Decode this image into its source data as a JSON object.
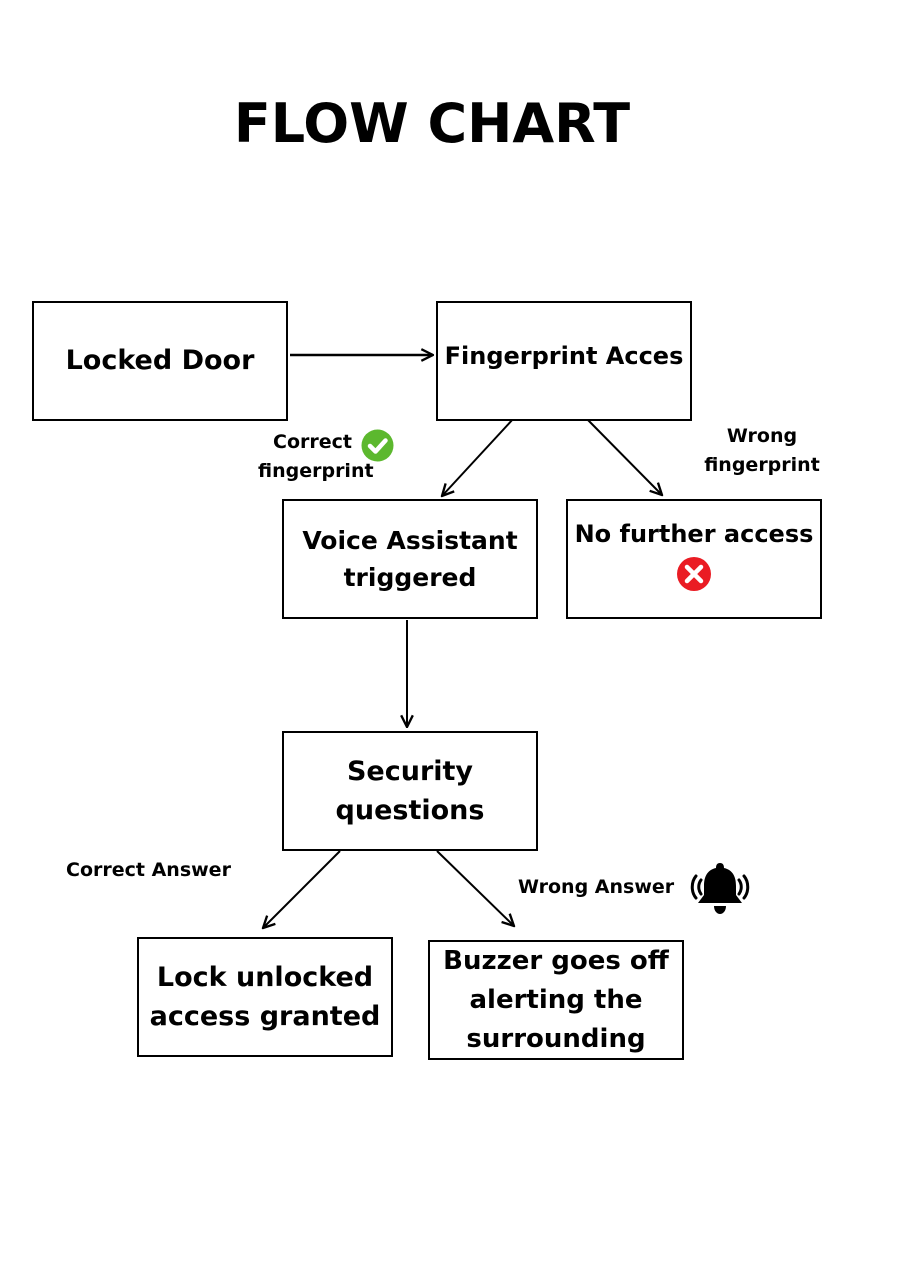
{
  "title": "FLOW CHART",
  "nodes": {
    "locked_door": "Locked Door",
    "fingerprint": "Fingerprint Acces",
    "voice_line1": "Voice Assistant",
    "voice_line2": "triggered",
    "no_access": "No further access",
    "security_line1": "Security",
    "security_line2": "questions",
    "unlocked_line1": "Lock unlocked",
    "unlocked_line2": "access granted",
    "buzzer_line1": "Buzzer goes off",
    "buzzer_line2": "alerting the",
    "buzzer_line3": "surrounding"
  },
  "edge_labels": {
    "correct_fp_line1": "Correct",
    "correct_fp_line2": "fingerprint",
    "wrong_fp_line1": "Wrong",
    "wrong_fp_line2": "fingerprint",
    "correct_answer": "Correct Answer",
    "wrong_answer": "Wrong Answer"
  },
  "icons": {
    "check": "check-circle-icon",
    "cross": "x-circle-icon",
    "bell": "bell-ringing-icon"
  },
  "colors": {
    "check_green": "#5cb82e",
    "cross_red": "#ea1c24"
  }
}
